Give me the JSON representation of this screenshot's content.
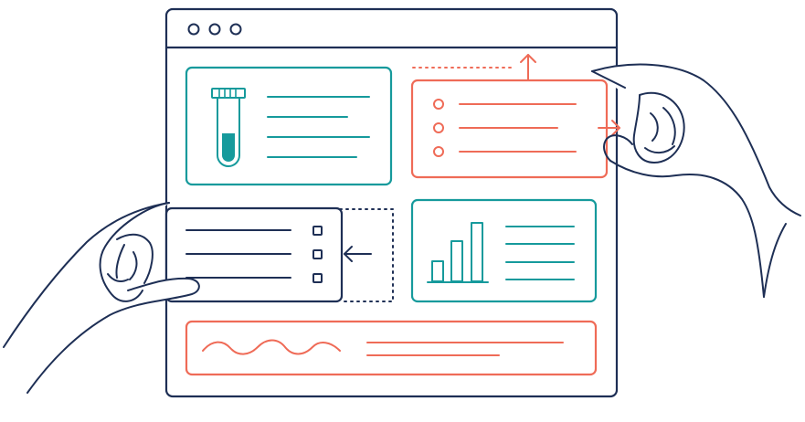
{
  "illustration": {
    "window": {
      "controls": [
        "dot",
        "dot",
        "dot"
      ],
      "icons": {
        "window_control": "circle-outline-icon"
      }
    },
    "cards": [
      {
        "id": "test-tube-card",
        "icon": "test-tube-icon",
        "color": "#169a9c",
        "text_lines": 4
      },
      {
        "id": "list-card-dragged-right",
        "icon": "radio-bullet-icon",
        "color": "#ef6b57",
        "text_lines": 3,
        "move_hint": [
          "arrow-up-icon",
          "arrow-right-icon"
        ]
      },
      {
        "id": "checklist-card-dragged-left",
        "icon": "checkbox-icon",
        "color": "#1e2f55",
        "text_lines": 3,
        "move_hint": [
          "arrow-left-icon"
        ]
      },
      {
        "id": "bar-chart-card",
        "icon": "bar-chart-icon",
        "color": "#169a9c",
        "text_lines": 4
      },
      {
        "id": "footer-wave-card",
        "icon": "wave-icon",
        "color": "#ef6b57",
        "text_lines": 2
      }
    ],
    "hands": [
      "left-hand-icon",
      "right-hand-icon"
    ],
    "colors": {
      "navy": "#1e2f55",
      "teal": "#169a9c",
      "coral": "#ef6b57",
      "background": "#ffffff"
    }
  }
}
